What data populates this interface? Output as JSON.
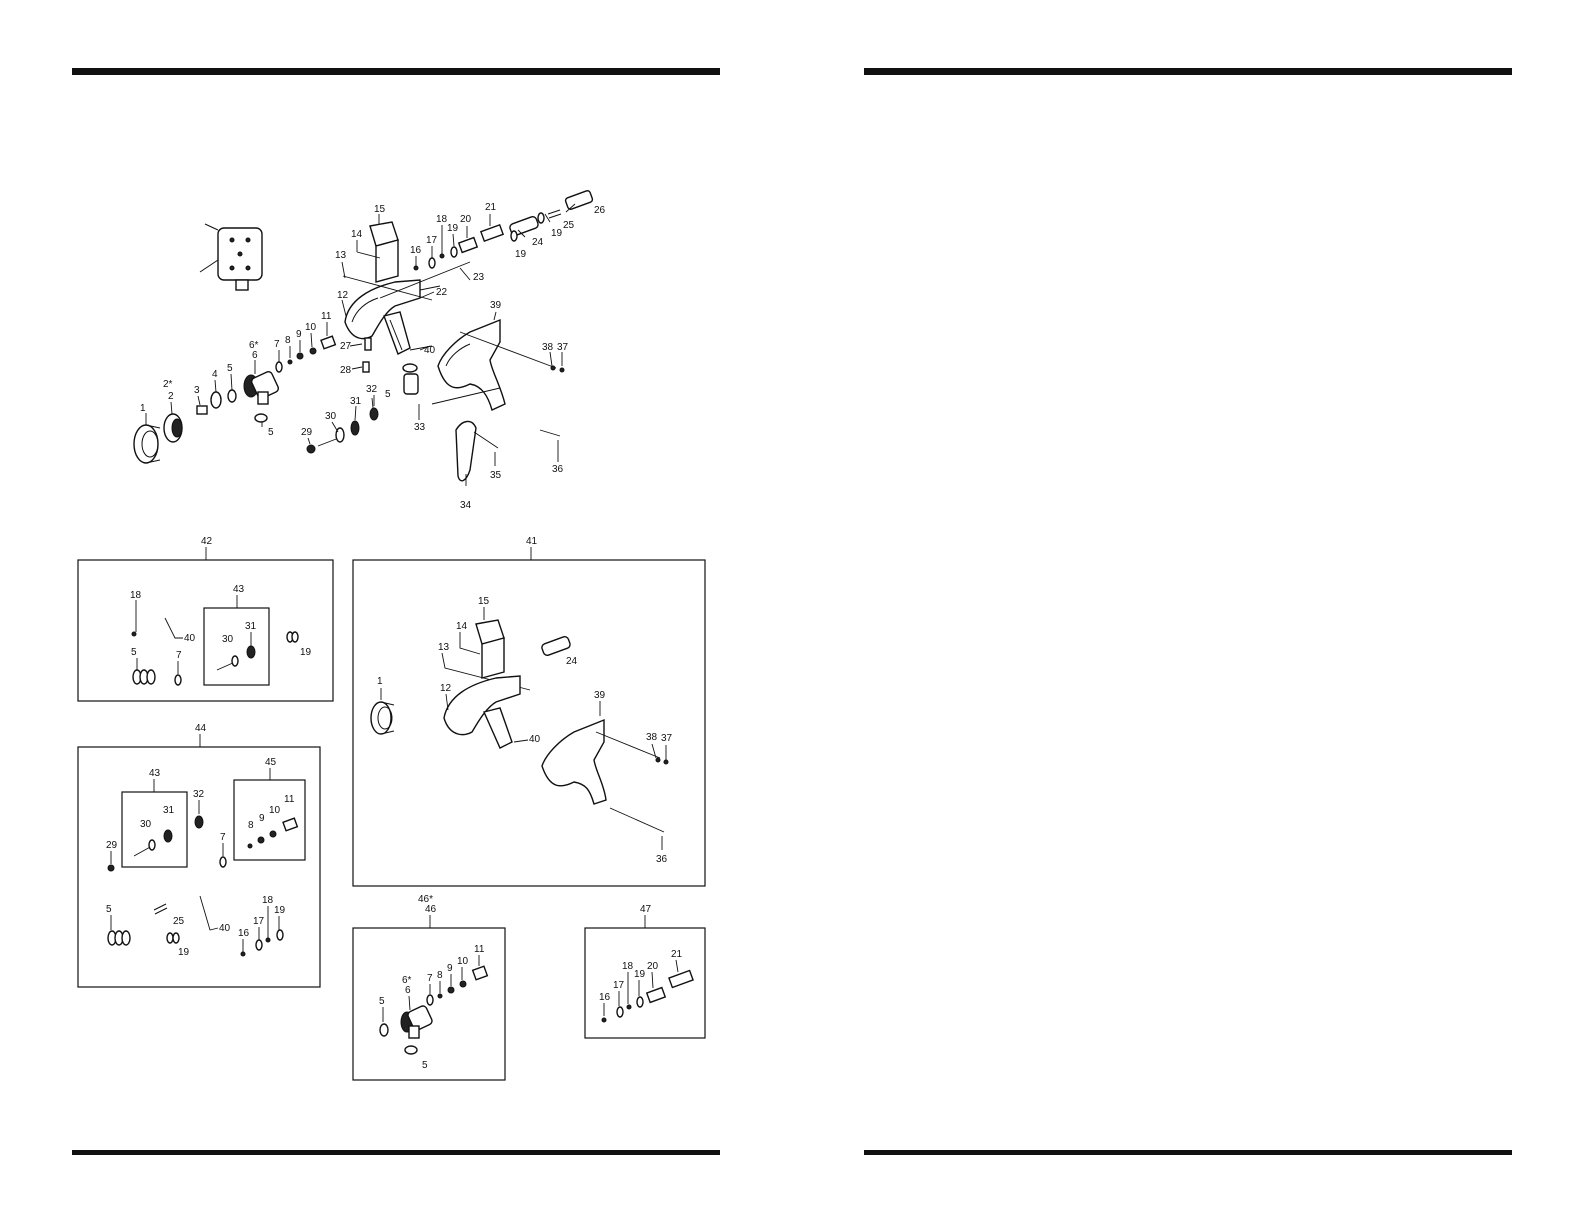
{
  "callouts": {
    "main": [
      {
        "id": "m1",
        "text": "1"
      },
      {
        "id": "m2s",
        "text": "2*"
      },
      {
        "id": "m2",
        "text": "2"
      },
      {
        "id": "m3",
        "text": "3"
      },
      {
        "id": "m4",
        "text": "4"
      },
      {
        "id": "m5a",
        "text": "5"
      },
      {
        "id": "m5b",
        "text": "5"
      },
      {
        "id": "m5c",
        "text": "5"
      },
      {
        "id": "m6s",
        "text": "6*"
      },
      {
        "id": "m6",
        "text": "6"
      },
      {
        "id": "m7",
        "text": "7"
      },
      {
        "id": "m8",
        "text": "8"
      },
      {
        "id": "m9",
        "text": "9"
      },
      {
        "id": "m10",
        "text": "10"
      },
      {
        "id": "m11",
        "text": "11"
      },
      {
        "id": "m12",
        "text": "12"
      },
      {
        "id": "m13",
        "text": "13"
      },
      {
        "id": "m14",
        "text": "14"
      },
      {
        "id": "m15",
        "text": "15"
      },
      {
        "id": "m16",
        "text": "16"
      },
      {
        "id": "m17",
        "text": "17"
      },
      {
        "id": "m18",
        "text": "18"
      },
      {
        "id": "m19a",
        "text": "19"
      },
      {
        "id": "m19b",
        "text": "19"
      },
      {
        "id": "m19c",
        "text": "19"
      },
      {
        "id": "m20",
        "text": "20"
      },
      {
        "id": "m21",
        "text": "21"
      },
      {
        "id": "m22",
        "text": "22"
      },
      {
        "id": "m23",
        "text": "23"
      },
      {
        "id": "m24",
        "text": "24"
      },
      {
        "id": "m25",
        "text": "25"
      },
      {
        "id": "m26",
        "text": "26"
      },
      {
        "id": "m27",
        "text": "27"
      },
      {
        "id": "m28",
        "text": "28"
      },
      {
        "id": "m29",
        "text": "29"
      },
      {
        "id": "m30",
        "text": "30"
      },
      {
        "id": "m31",
        "text": "31"
      },
      {
        "id": "m32",
        "text": "32"
      },
      {
        "id": "m33",
        "text": "33"
      },
      {
        "id": "m34",
        "text": "34"
      },
      {
        "id": "m35",
        "text": "35"
      },
      {
        "id": "m36",
        "text": "36"
      },
      {
        "id": "m37",
        "text": "37"
      },
      {
        "id": "m38",
        "text": "38"
      },
      {
        "id": "m39",
        "text": "39"
      },
      {
        "id": "m40",
        "text": "40"
      }
    ],
    "kit42": {
      "title": "42",
      "labels": [
        "18",
        "40",
        "5",
        "7",
        "19"
      ],
      "sub43": {
        "title": "43",
        "labels": [
          "30",
          "31"
        ]
      }
    },
    "kit41": {
      "title": "41",
      "labels": [
        "1",
        "15",
        "14",
        "13",
        "12",
        "24",
        "39",
        "40",
        "38",
        "37",
        "36"
      ]
    },
    "kit44": {
      "title": "44",
      "labels": [
        "32",
        "7",
        "29",
        "5",
        "25",
        "40",
        "19",
        "18",
        "17",
        "19",
        "16"
      ],
      "sub43": {
        "title": "43",
        "labels": [
          "30",
          "31"
        ]
      },
      "sub45": {
        "title": "45",
        "labels": [
          "8",
          "9",
          "10",
          "11"
        ]
      }
    },
    "kit46": {
      "title_star": "46*",
      "title": "46",
      "labels": [
        "6*",
        "6",
        "7",
        "8",
        "9",
        "10",
        "11",
        "5",
        "5"
      ]
    },
    "kit47": {
      "title": "47",
      "labels": [
        "18",
        "20",
        "21",
        "17",
        "19",
        "16"
      ]
    }
  }
}
